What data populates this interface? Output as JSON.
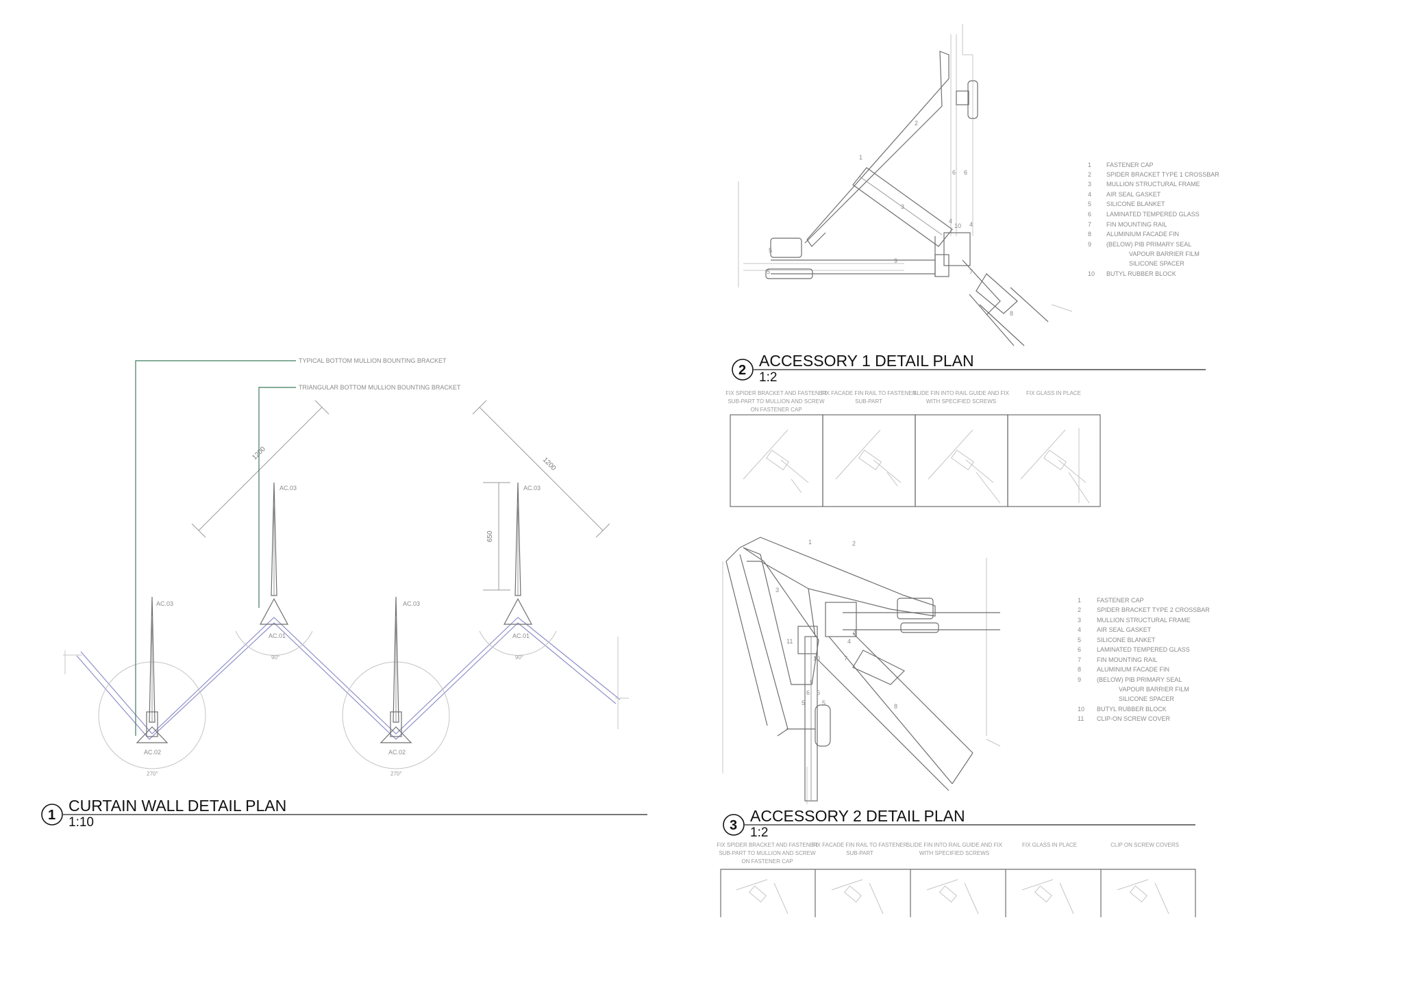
{
  "drawings": {
    "curtain_wall": {
      "number": "1",
      "title": "CURTAIN WALL DETAIL PLAN",
      "scale": "1:10",
      "leaders": [
        "TYPICAL BOTTOM MULLION BOUNTING BRACKET",
        "TRIANGULAR BOTTOM MULLION BOUNTING BRACKET"
      ],
      "dimensions": [
        "1200",
        "1200",
        "650"
      ],
      "tags": [
        "AC.03",
        "AC.03",
        "AC.03",
        "AC.03",
        "AC.01",
        "AC.01",
        "AC.02",
        "AC.02"
      ],
      "angles": [
        "90°",
        "90°",
        "270°",
        "270°"
      ]
    },
    "accessory1": {
      "number": "2",
      "title": "ACCESSORY 1 DETAIL PLAN",
      "scale": "1:2",
      "legend": [
        {
          "n": "1",
          "text": "FASTENER CAP"
        },
        {
          "n": "2",
          "text": "SPIDER BRACKET TYPE 1 CROSSBAR"
        },
        {
          "n": "3",
          "text": "MULLION STRUCTURAL FRAME"
        },
        {
          "n": "4",
          "text": "AIR SEAL GASKET"
        },
        {
          "n": "5",
          "text": "SILICONE BLANKET"
        },
        {
          "n": "6",
          "text": "LAMINATED TEMPERED GLASS"
        },
        {
          "n": "7",
          "text": "FIN MOUNTING RAIL"
        },
        {
          "n": "8",
          "text": "ALUMINIUM FACADE FIN"
        },
        {
          "n": "9",
          "text": "(BELOW) PIB PRIMARY SEAL"
        },
        {
          "n": "",
          "text": "VAPOUR BARRIER FILM"
        },
        {
          "n": "",
          "text": "SILICONE SPACER"
        },
        {
          "n": "10",
          "text": "BUTYL RUBBER BLOCK"
        }
      ],
      "callouts": [
        "1",
        "2",
        "3",
        "4",
        "4",
        "5",
        "5",
        "6",
        "6",
        "7",
        "8",
        "9",
        "10"
      ],
      "steps": [
        {
          "line1": "FIX SPIDER BRACKET AND FASTENER",
          "line2": "SUB-PART TO MULLION AND SCREW",
          "line3": "ON FASTENER CAP"
        },
        {
          "line1": "FIX FACADE FIN RAIL TO FASTENER",
          "line2": "SUB-PART",
          "line3": ""
        },
        {
          "line1": "SLIDE FIN INTO RAIL GUIDE AND FIX",
          "line2": "WITH SPECIFIED SCREWS",
          "line3": ""
        },
        {
          "line1": "FIX GLASS IN PLACE",
          "line2": "",
          "line3": ""
        }
      ]
    },
    "accessory2": {
      "number": "3",
      "title": "ACCESSORY 2 DETAIL PLAN",
      "scale": "1:2",
      "legend": [
        {
          "n": "1",
          "text": "FASTENER CAP"
        },
        {
          "n": "2",
          "text": "SPIDER BRACKET TYPE 2 CROSSBAR"
        },
        {
          "n": "3",
          "text": "MULLION STRUCTURAL FRAME"
        },
        {
          "n": "4",
          "text": "AIR SEAL GASKET"
        },
        {
          "n": "5",
          "text": "SILICONE BLANKET"
        },
        {
          "n": "6",
          "text": "LAMINATED TEMPERED GLASS"
        },
        {
          "n": "7",
          "text": "FIN MOUNTING RAIL"
        },
        {
          "n": "8",
          "text": "ALUMINIUM FACADE FIN"
        },
        {
          "n": "9",
          "text": "(BELOW) PIB PRIMARY SEAL"
        },
        {
          "n": "",
          "text": "VAPOUR BARRIER FILM"
        },
        {
          "n": "",
          "text": "SILICONE SPACER"
        },
        {
          "n": "10",
          "text": "BUTYL RUBBER BLOCK"
        },
        {
          "n": "11",
          "text": "CLIP-ON SCREW COVER"
        }
      ],
      "callouts": [
        "1",
        "2",
        "3",
        "4",
        "4",
        "5",
        "5",
        "6",
        "6",
        "7",
        "8",
        "9",
        "10",
        "11"
      ],
      "steps": [
        {
          "line1": "FIX SPIDER BRACKET AND FASTENER",
          "line2": "SUB-PART TO MULLION AND SCREW",
          "line3": "ON FASTENER CAP"
        },
        {
          "line1": "FIX FACADE FIN RAIL TO FASTENER",
          "line2": "SUB-PART",
          "line3": ""
        },
        {
          "line1": "SLIDE FIN INTO RAIL GUIDE AND FIX",
          "line2": "WITH SPECIFIED SCREWS",
          "line3": ""
        },
        {
          "line1": "FIX GLASS IN PLACE",
          "line2": "",
          "line3": ""
        },
        {
          "line1": "CLIP ON SCREW COVERS",
          "line2": "",
          "line3": ""
        }
      ]
    }
  }
}
